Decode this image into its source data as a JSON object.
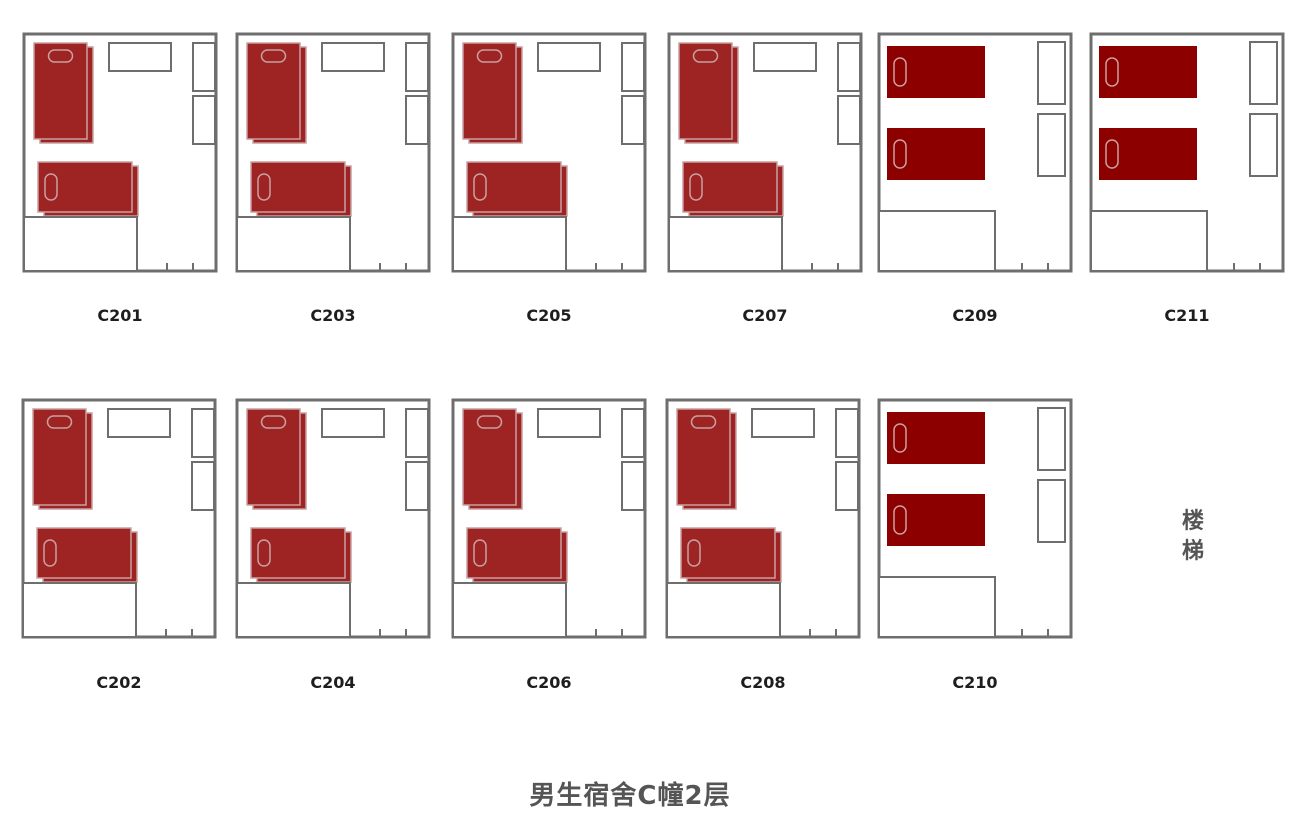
{
  "title": "男生宿舍C幢2层",
  "stairs": {
    "char1": "楼",
    "char2": "梯"
  },
  "colors": {
    "wall": "#6e6e6e",
    "bed_bunk": "#9e2424",
    "bed_single": "#8c0000",
    "pillow": "#c9a0a0",
    "furniture": "#6e6e6e"
  },
  "rooms": [
    {
      "id": "C201",
      "layout": "bunk"
    },
    {
      "id": "C203",
      "layout": "bunk"
    },
    {
      "id": "C205",
      "layout": "bunk"
    },
    {
      "id": "C207",
      "layout": "bunk"
    },
    {
      "id": "C209",
      "layout": "twin"
    },
    {
      "id": "C211",
      "layout": "twin"
    },
    {
      "id": "C202",
      "layout": "bunk"
    },
    {
      "id": "C204",
      "layout": "bunk"
    },
    {
      "id": "C206",
      "layout": "bunk"
    },
    {
      "id": "C208",
      "layout": "bunk"
    },
    {
      "id": "C210",
      "layout": "twin"
    }
  ]
}
